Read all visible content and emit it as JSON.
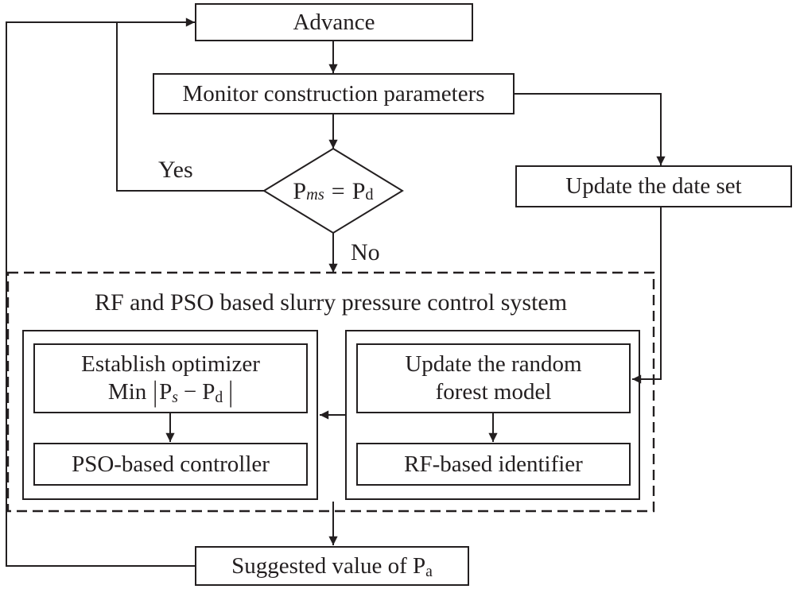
{
  "colors": {
    "line": "#231f20",
    "background": "#ffffff"
  },
  "flowchart": {
    "advance": {
      "label": "Advance"
    },
    "monitor": {
      "label": "Monitor construction parameters"
    },
    "decision": {
      "p1": "P",
      "sub1": "ms",
      "eq": "=",
      "p2": "P",
      "sub2": "d"
    },
    "branches": {
      "yes": "Yes",
      "no": "No"
    },
    "update_data_set": {
      "label": "Update the date set"
    },
    "control_system": {
      "title": "RF and PSO based slurry pressure control system",
      "optimizer": {
        "line1": "Establish optimizer",
        "min": "Min",
        "bar_open": "|",
        "p1": "P",
        "sub1": "s",
        "minus": "−",
        "p2": "P",
        "sub2": "d",
        "bar_close": "|"
      },
      "pso_controller": {
        "label": "PSO-based controller"
      },
      "rf_model": {
        "line1": "Update the random",
        "line2": "forest model"
      },
      "rf_identifier": {
        "label": "RF-based identifier"
      }
    },
    "suggested": {
      "prefix": "Suggested value of P",
      "sub": "a"
    }
  }
}
